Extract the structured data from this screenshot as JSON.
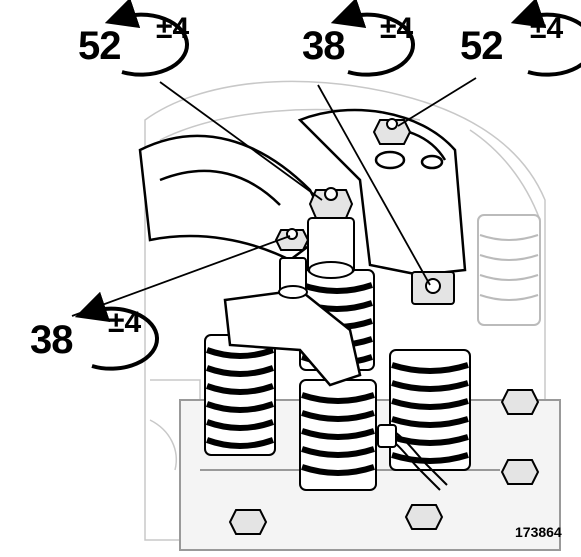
{
  "callouts": [
    {
      "value": "52",
      "tolerance": "±4"
    },
    {
      "value": "38",
      "tolerance": "±4"
    },
    {
      "value": "52",
      "tolerance": "±4"
    },
    {
      "value": "38",
      "tolerance": "±4"
    }
  ],
  "reference": "173864",
  "icon": "torque-rotation-arrow-icon",
  "colors": {
    "line": "#000000",
    "fill": "#ffffff",
    "shade": "#e4e4e4"
  }
}
